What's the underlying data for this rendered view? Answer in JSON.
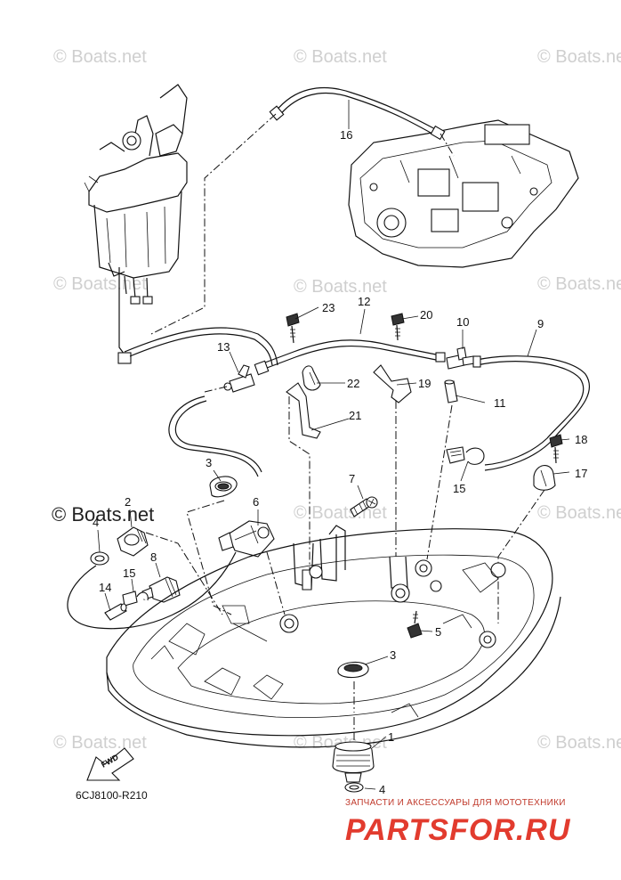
{
  "watermarks": [
    "© Boats.net",
    "© Boats.net",
    "© Boats.net",
    "© Boats.net",
    "© Boats.net",
    "© Boats.net",
    "© Boats.net",
    "© Boats.net",
    "© Boats.net",
    "© Boats.net",
    "© Boats.net"
  ],
  "watermark_prominent": "© Boats.net",
  "callouts": {
    "c1": "1",
    "c2": "2",
    "c3a": "3",
    "c3b": "3",
    "c4a": "4",
    "c4b": "4",
    "c5": "5",
    "c6": "6",
    "c7": "7",
    "c8": "8",
    "c9": "9",
    "c10": "10",
    "c11": "11",
    "c12": "12",
    "c13": "13",
    "c14": "14",
    "c15a": "15",
    "c15b": "15",
    "c16": "16",
    "c17": "17",
    "c18": "18",
    "c19": "19",
    "c20": "20",
    "c21": "21",
    "c22": "22",
    "c23": "23"
  },
  "diagram_code": "6CJ8100-R210",
  "fwd_label": "FWD",
  "ad": {
    "subtitle": "ЗАПЧАСТИ И АКСЕССУАРЫ ДЛЯ МОТОТЕХНИКИ",
    "logo": "PARTSFOR.RU"
  }
}
